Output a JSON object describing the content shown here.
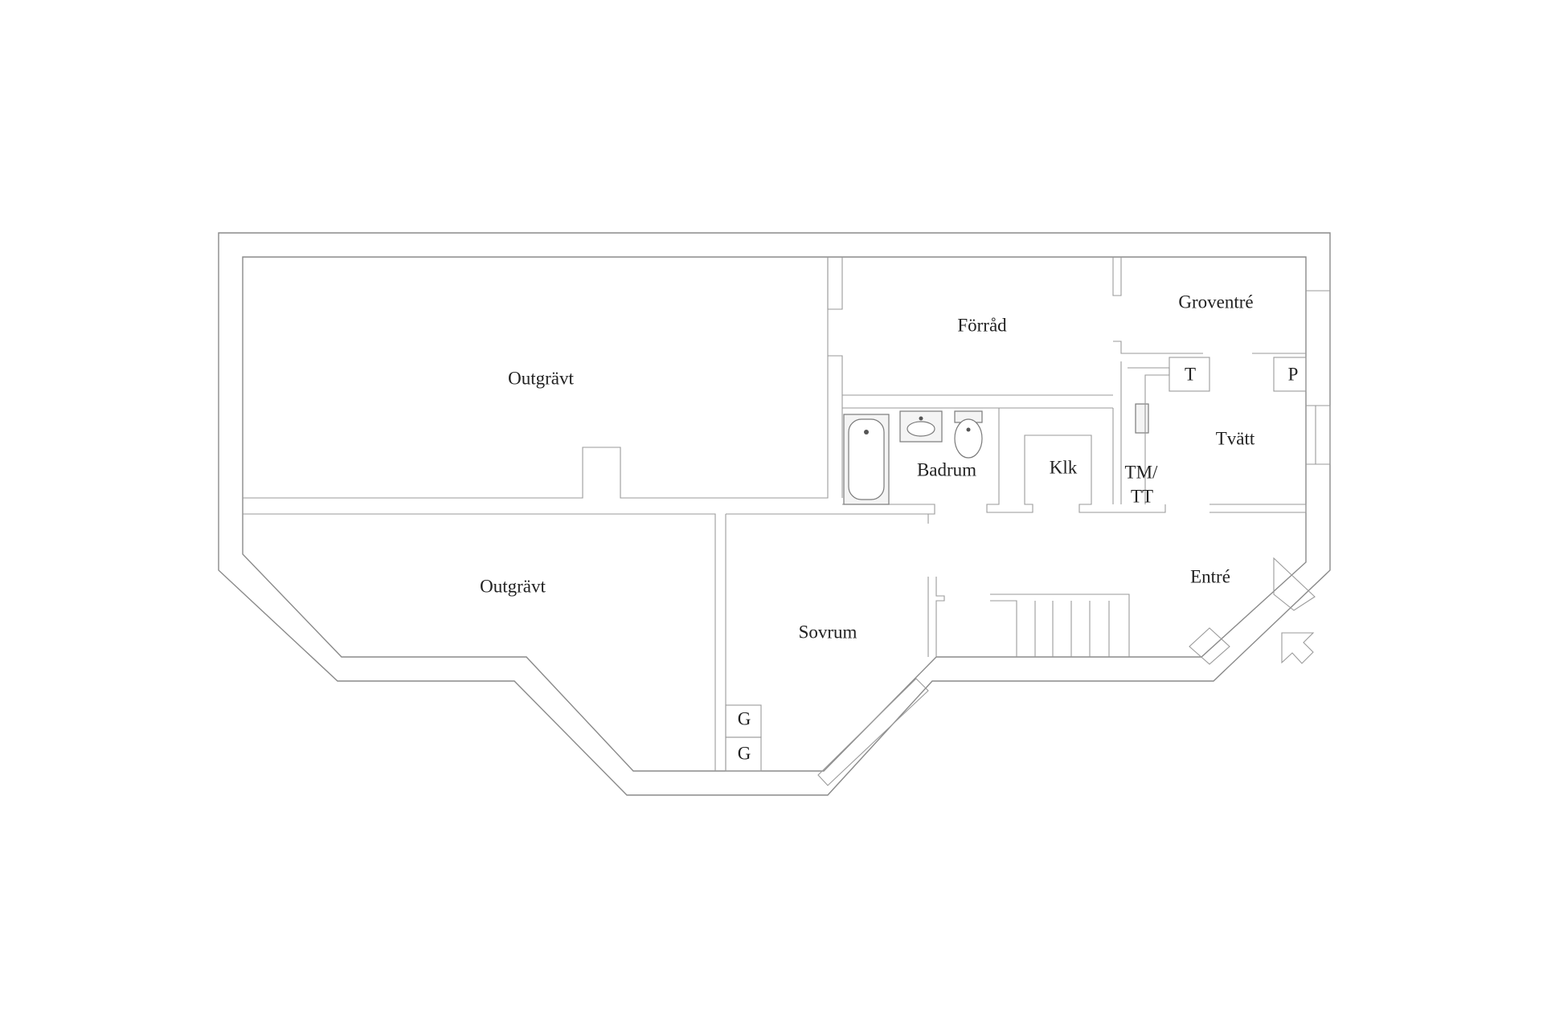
{
  "rooms": {
    "outgravt_top": "Outgrävt",
    "outgravt_bottom": "Outgrävt",
    "forrad": "Förråd",
    "groventre": "Groventré",
    "badrum": "Badrum",
    "klk": "Klk",
    "tm_line1": "TM/",
    "tm_line2": "TT",
    "tvatt": "Tvätt",
    "entre": "Entré",
    "sovrum": "Sovrum"
  },
  "fixtures": {
    "t_box": "T",
    "p_box": "P",
    "g_box_upper": "G",
    "g_box_lower": "G"
  },
  "icons": {
    "entrance": "entrance-arrow-icon",
    "bathtub": "bathtub-icon",
    "sink": "sink-icon",
    "toilet": "toilet-icon",
    "basin": "utility-sink-icon",
    "stairs": "staircase-icon"
  }
}
